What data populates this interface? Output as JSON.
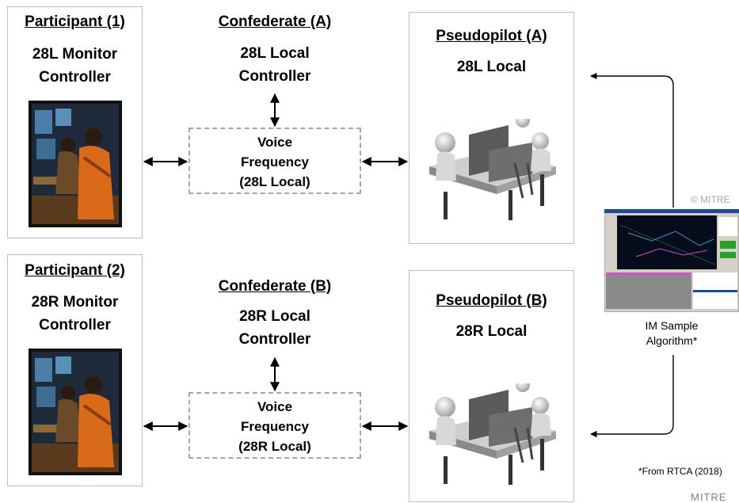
{
  "participant1": {
    "title": "Participant (1)",
    "line1": "28L Monitor",
    "line2": "Controller"
  },
  "participant2": {
    "title": "Participant (2)",
    "line1": "28R Monitor",
    "line2": "Controller"
  },
  "confederateA": {
    "title": "Confederate (A)",
    "line1": "28L Local",
    "line2": "Controller"
  },
  "confederateB": {
    "title": "Confederate (B)",
    "line1": "28R Local",
    "line2": "Controller"
  },
  "voiceA": {
    "line1": "Voice",
    "line2": "Frequency",
    "line3": "(28L Local)"
  },
  "voiceB": {
    "line1": "Voice",
    "line2": "Frequency",
    "line3": "(28R Local)"
  },
  "pseudopilotA": {
    "title": "Pseudopilot (A)",
    "line1": "28L Local"
  },
  "pseudopilotB": {
    "title": "Pseudopilot (B)",
    "line1": "28R Local"
  },
  "algorithm": {
    "line1": "IM Sample",
    "line2": "Algorithm*"
  },
  "copyright": "© MITRE",
  "footnote": "*From RTCA (2018)",
  "logo": "MITRE",
  "colors": {
    "dashed_border": "#a6a6a6",
    "box_border": "#bfbfbf",
    "arrow": "#000000"
  }
}
